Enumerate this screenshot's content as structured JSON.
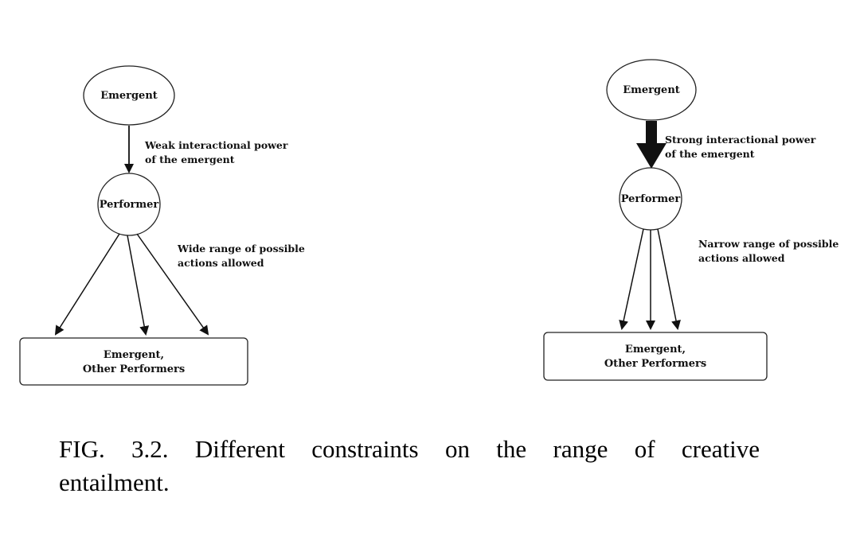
{
  "left_panel": {
    "top_node": "Emergent",
    "middle_node": "Performer",
    "edge_label_line1": "Weak interactional power",
    "edge_label_line2": "of the emergent",
    "range_label_line1": "Wide range of possible",
    "range_label_line2": "actions allowed",
    "box_line1": "Emergent,",
    "box_line2": "Other Performers"
  },
  "right_panel": {
    "top_node": "Emergent",
    "middle_node": "Performer",
    "edge_label_line1": "Strong interactional power",
    "edge_label_line2": "of the emergent",
    "range_label_line1": "Narrow range of possible",
    "range_label_line2": "actions allowed",
    "box_line1": "Emergent,",
    "box_line2": "Other Performers"
  },
  "caption": "FIG. 3.2. Different constraints on the range of creative entailment."
}
